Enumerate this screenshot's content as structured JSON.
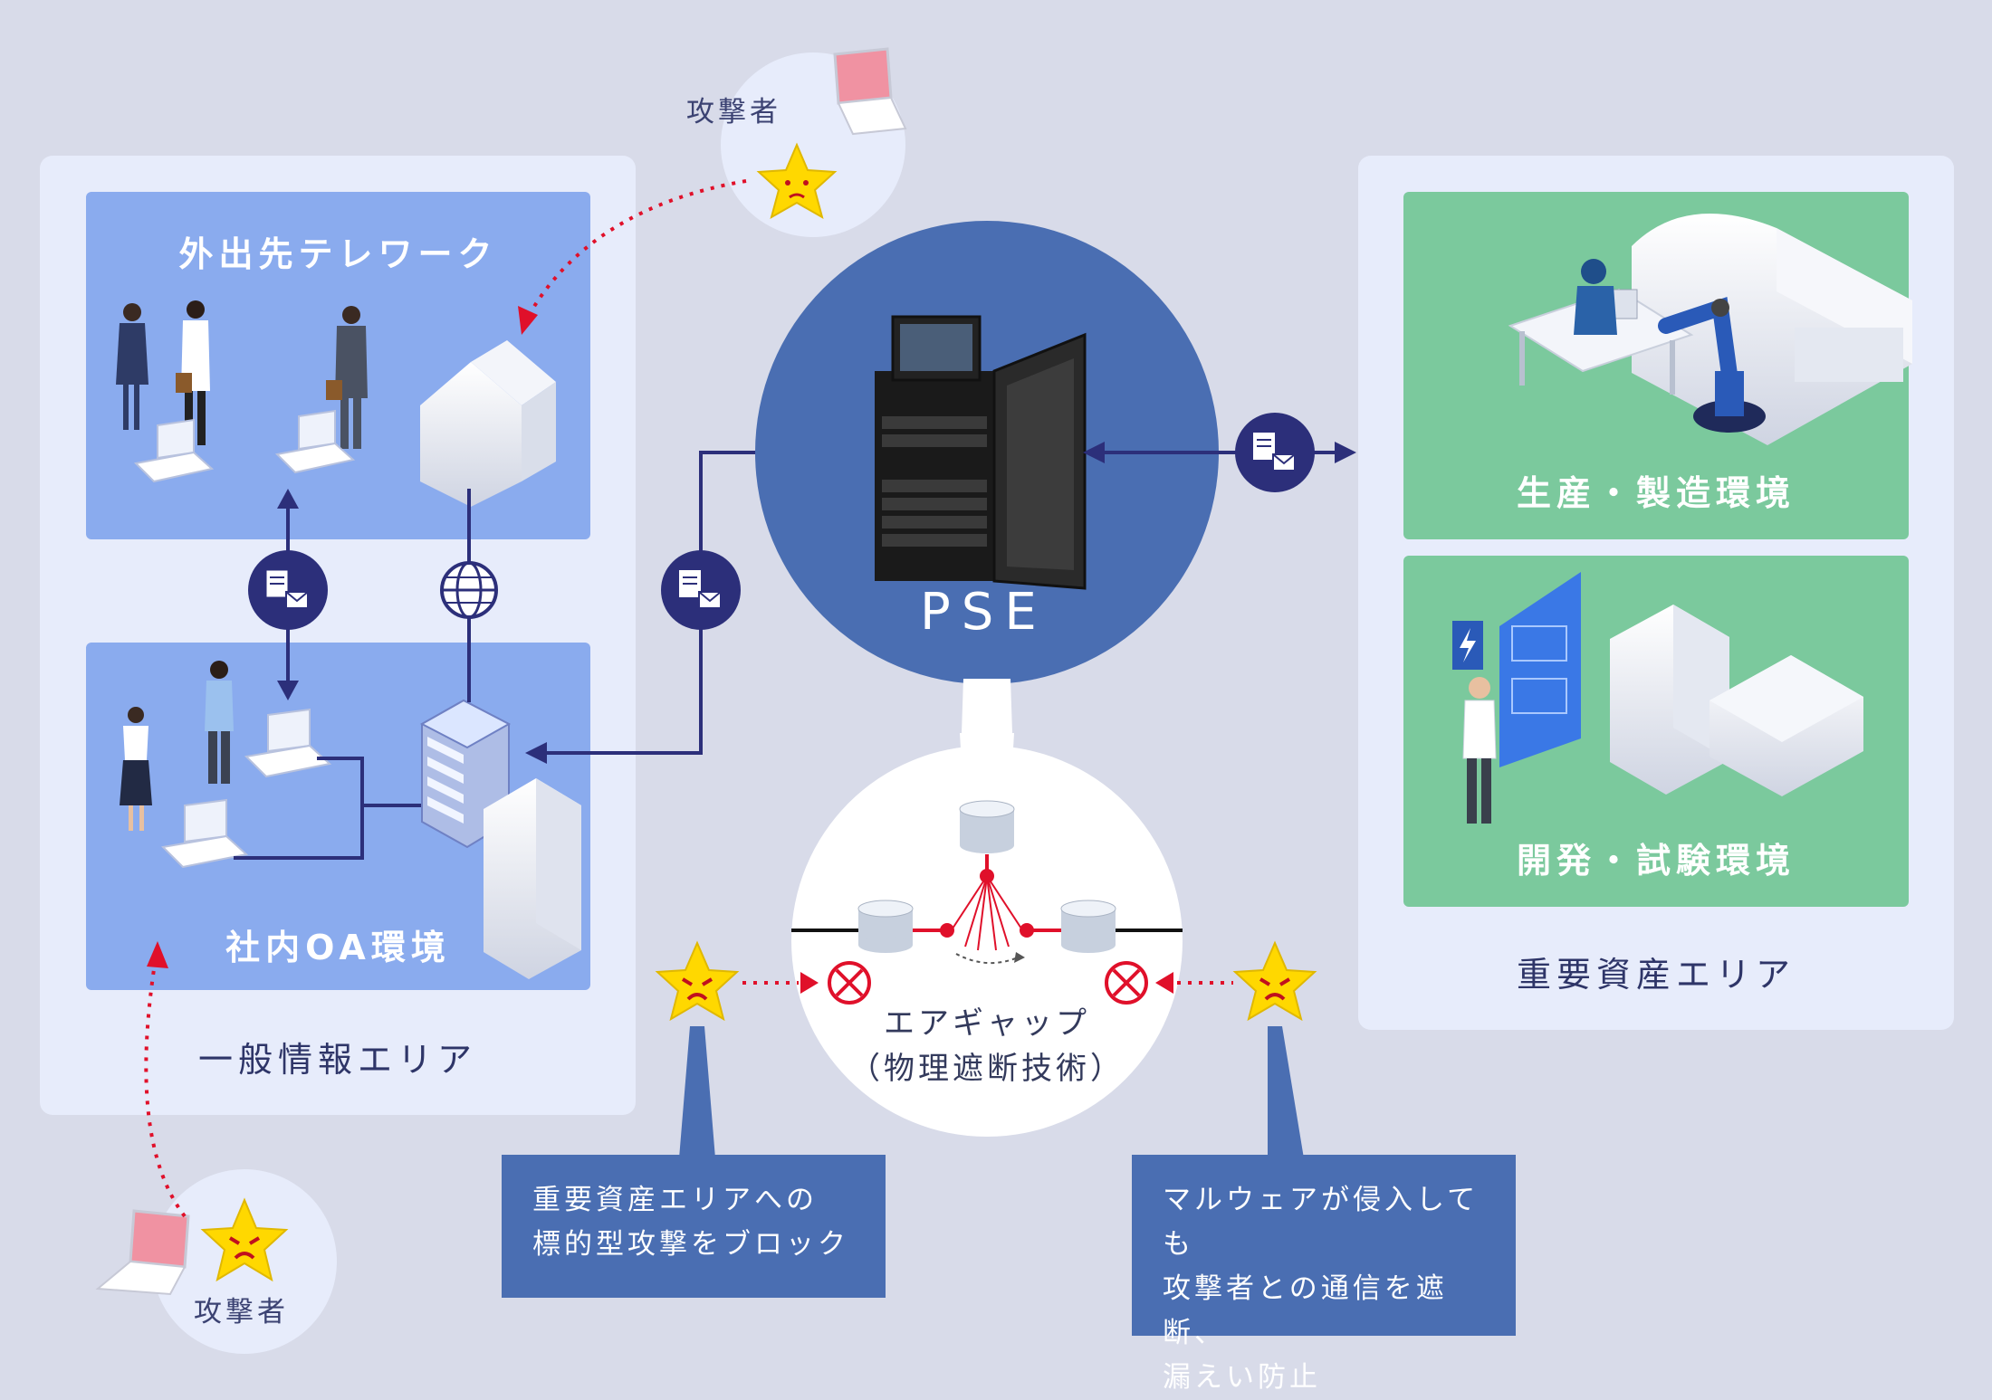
{
  "attackers": {
    "top_label": "攻撃者",
    "bottom_label": "攻撃者"
  },
  "general_area": {
    "label": "一般情報エリア",
    "telework_title": "外出先テレワーク",
    "oa_title": "社内OA環境"
  },
  "important_area": {
    "label": "重要資産エリア",
    "production_title": "生産・製造環境",
    "development_title": "開発・試験環境"
  },
  "pse": {
    "label": "PSE"
  },
  "airgap": {
    "line1": "エアギャップ",
    "line2": "（物理遮断技術）"
  },
  "callouts": {
    "left": [
      "重要資産エリアへの",
      "標的型攻撃をブロック"
    ],
    "right": [
      "マルウェアが侵入しても",
      "攻撃者との通信を遮断、",
      "漏えい防止"
    ]
  },
  "colors": {
    "background": "#d8dbe9",
    "panel": "#e7ecfb",
    "blue_zone": "#8aabee",
    "green_zone": "#7bc99d",
    "pse_circle": "#4a6eb2",
    "navy": "#2c2f7a",
    "attack_red": "#e0102a",
    "callout": "#4a6eb2"
  }
}
